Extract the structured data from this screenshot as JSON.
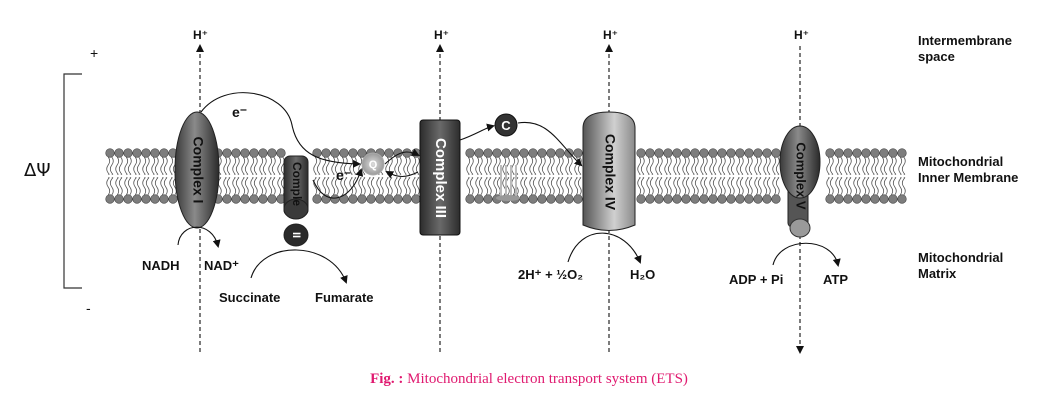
{
  "regions": {
    "intermembrane": "Intermembrane\nspace",
    "inner_membrane": "Mitochondrial\nInner Membrane",
    "matrix": "Mitochondrial\nMatrix"
  },
  "gradient": {
    "plus": "+",
    "minus": "-",
    "delta_psi": "ΔΨ"
  },
  "proton_label": "H⁺",
  "complexes": {
    "c1": "Complex I",
    "c2_top": "Comple",
    "c2_roman": "II",
    "c3": "Complex III",
    "c4": "Complex IV",
    "c5": "Complex V",
    "q": "Q",
    "c": "C"
  },
  "electron": "e⁻",
  "electron2": "e⁻",
  "reactions": {
    "nadh": "NADH",
    "nad": "NAD⁺",
    "succinate": "Succinate",
    "fumarate": "Fumarate",
    "oxygen": "2H⁺ + ½O₂",
    "water": "H₂O",
    "adp": "ADP + Pi",
    "atp": "ATP"
  },
  "caption": {
    "prefix": "Fig. :",
    "text": " Mitochondrial electron transport system (ETS)"
  }
}
